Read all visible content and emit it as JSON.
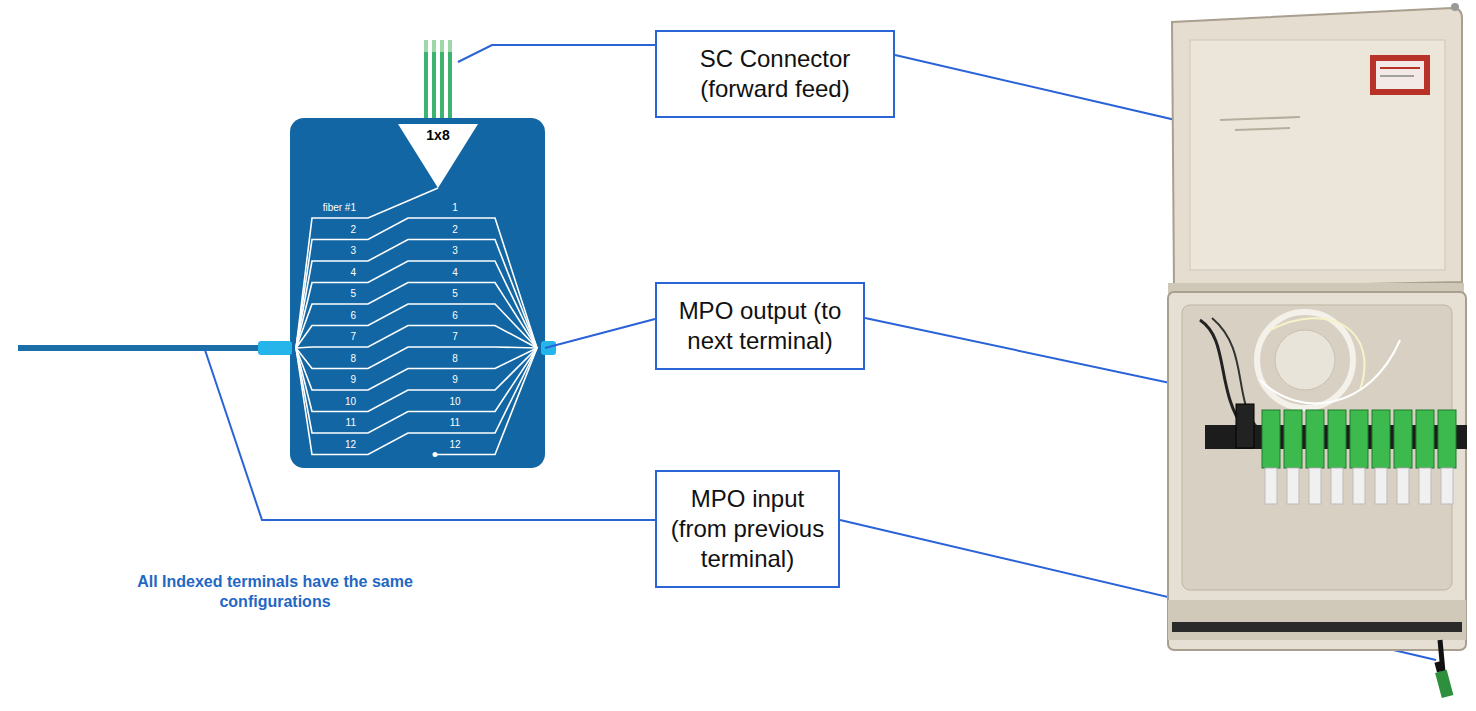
{
  "diagram": {
    "nodes": [
      {
        "text": [
          "fiber #1",
          "1",
          "2",
          "2",
          "3",
          "3",
          "4",
          "4",
          "5",
          "5",
          "6",
          "6",
          "7",
          "7",
          "8",
          "8",
          "9",
          "9",
          "10",
          "10",
          "11",
          "11",
          "12",
          "12"
        ]
      },
      {
        "text": [
          "1x8"
        ],
        "in": 0
      },
      {
        "text": [
          "SC Connector (forward feed)"
        ]
      },
      {
        "text": [
          "MPO output (to next terminal)"
        ]
      },
      {
        "text": [
          "MPO input (from previous terminal)"
        ]
      }
    ],
    "edges": [
      {
        "from": 3,
        "to": 0,
        "arrow": "none"
      }
    ],
    "labels": [
      "All Indexed terminals have the same configurations"
    ]
  }
}
